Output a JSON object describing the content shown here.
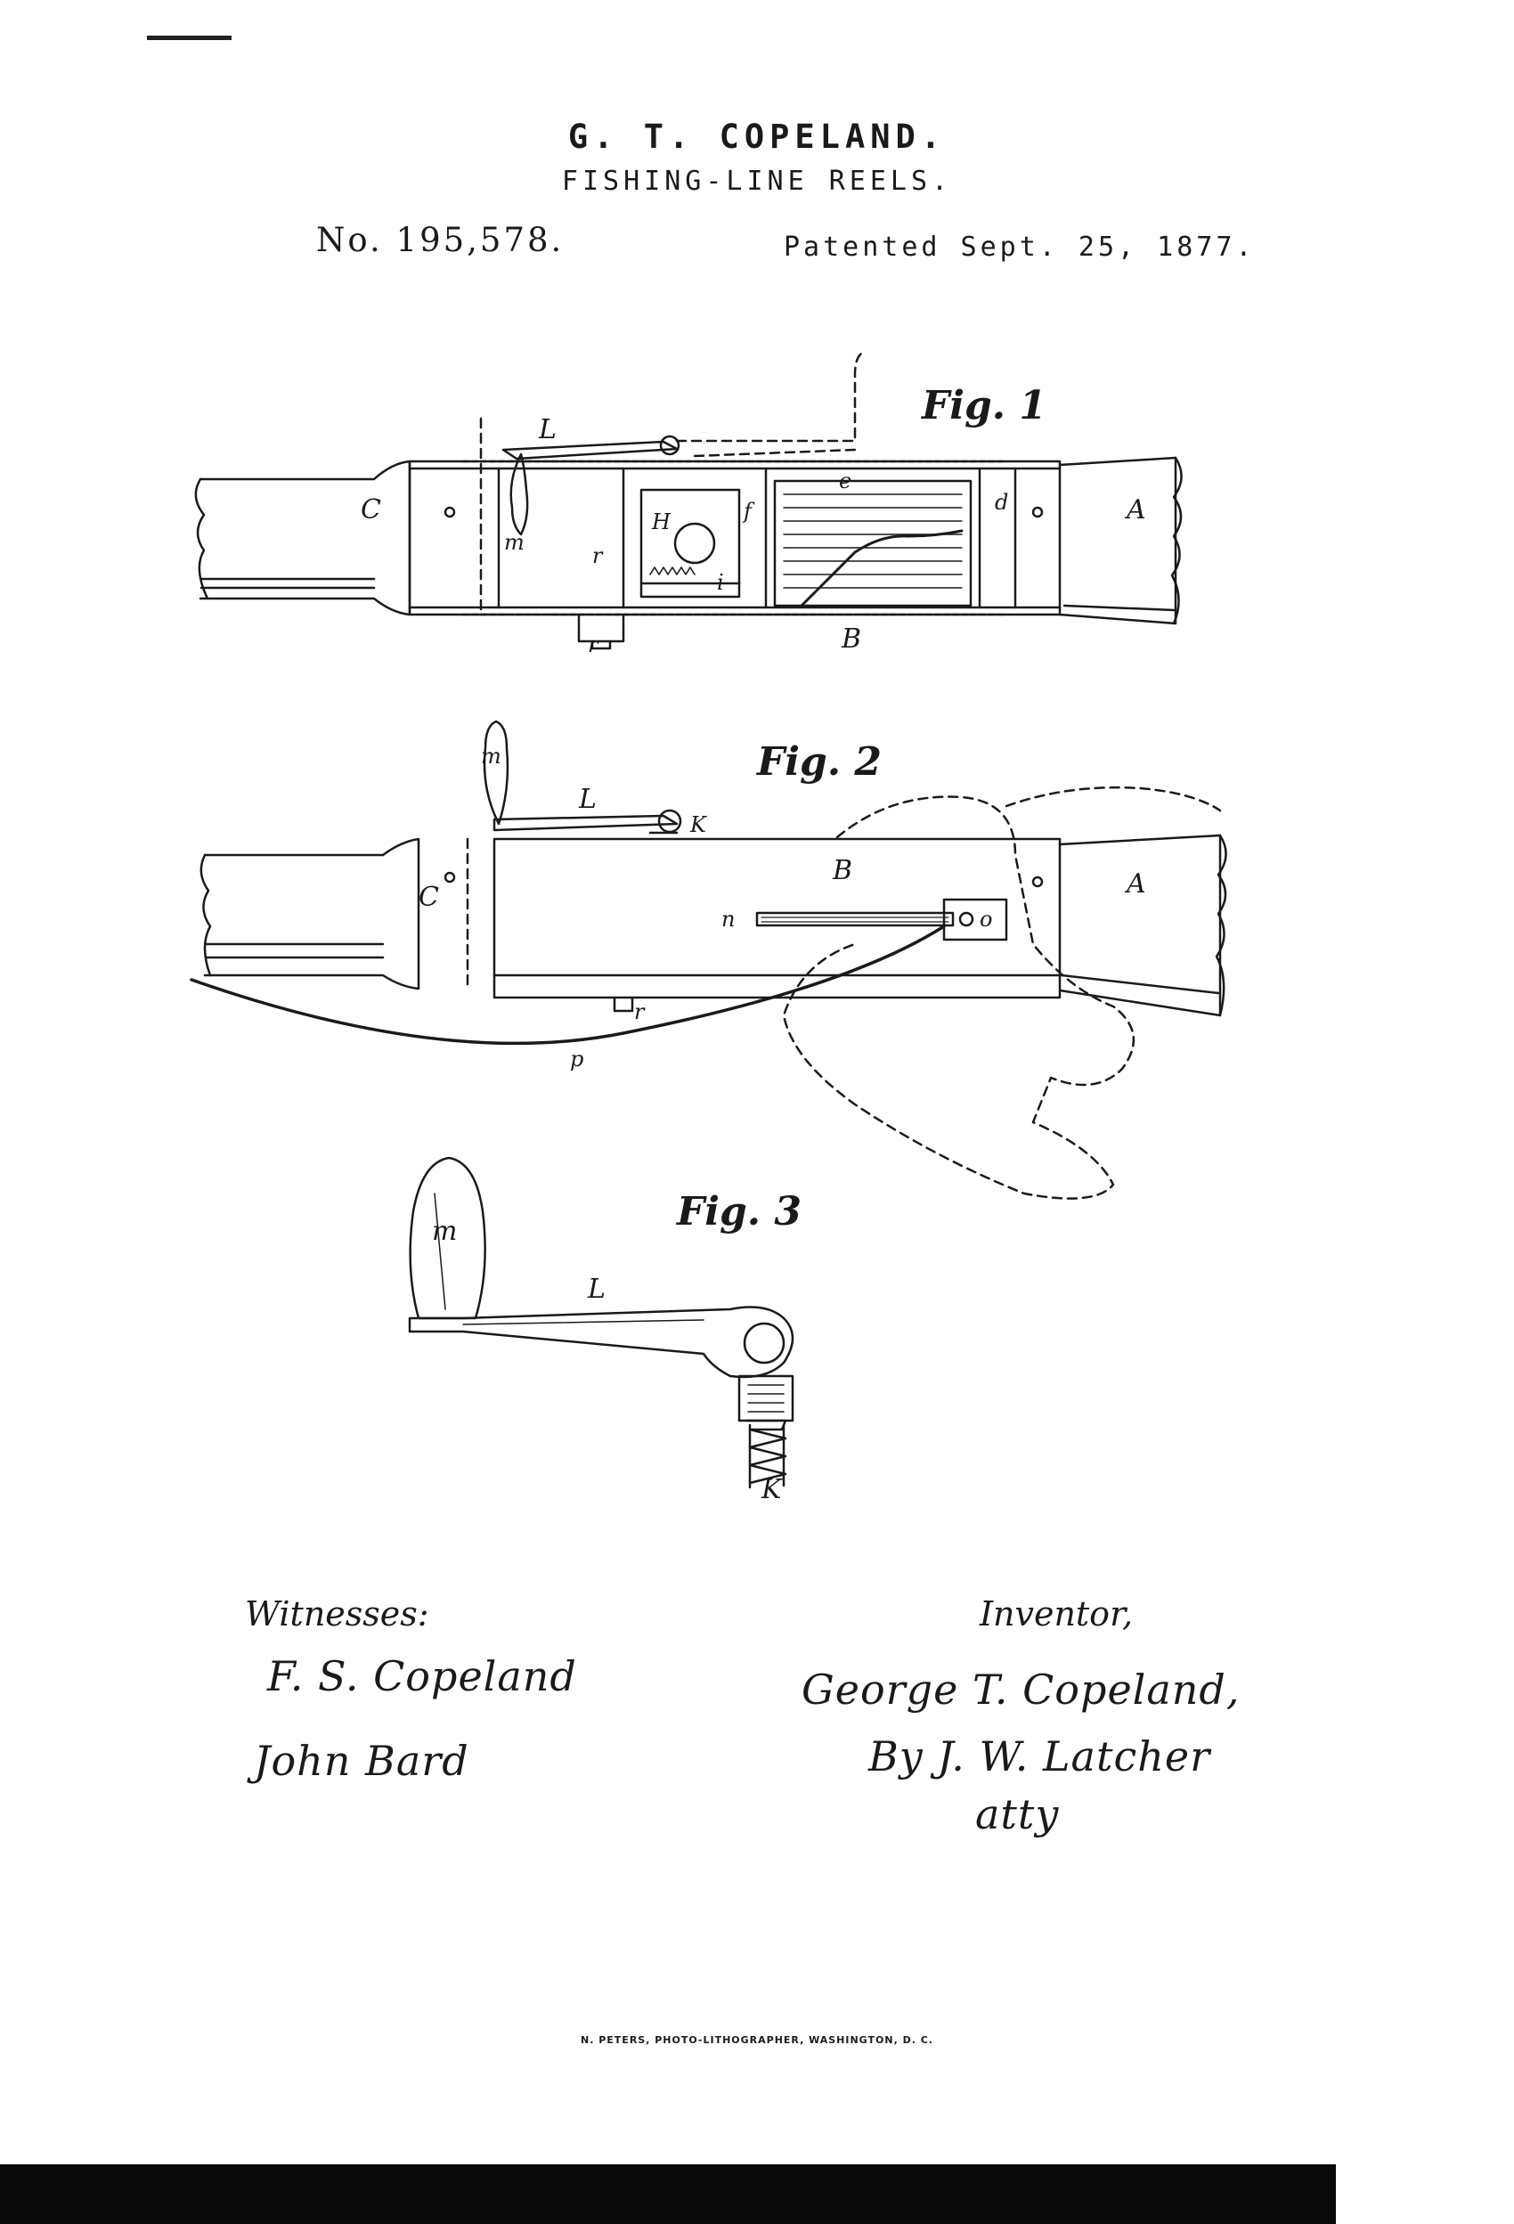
{
  "header": {
    "inventor_name": "G. T. COPELAND.",
    "title": "FISHING-LINE REELS.",
    "patent_number": "No. 195,578.",
    "patent_date": "Patented Sept. 25, 1877."
  },
  "figures": {
    "fig1": {
      "caption": "Fig. 1",
      "labels": [
        "L",
        "C",
        "A",
        "m",
        "r",
        "H",
        "e",
        "d",
        "f",
        "i",
        "r",
        "B"
      ]
    },
    "fig2": {
      "caption": "Fig. 2",
      "labels": [
        "m",
        "L",
        "K",
        "B",
        "C",
        "A",
        "n",
        "o",
        "r",
        "p"
      ]
    },
    "fig3": {
      "caption": "Fig. 3",
      "labels": [
        "m",
        "L",
        "K"
      ]
    }
  },
  "signatures": {
    "witnesses_heading": "Witnesses:",
    "witness_1": "F. S. Copeland",
    "witness_2": "John Bard",
    "inventor_heading": "Inventor,",
    "inventor_signature": "George T. Copeland,",
    "attorney_line_1": "By J. W. Latcher",
    "attorney_line_2": "atty"
  },
  "footer": {
    "printer": "N. PETERS, PHOTO-LITHOGRAPHER, WASHINGTON, D. C."
  },
  "colors": {
    "ink": "#1a1a1a",
    "paper": "#ffffff",
    "scan_border": "#0a0a0a"
  }
}
